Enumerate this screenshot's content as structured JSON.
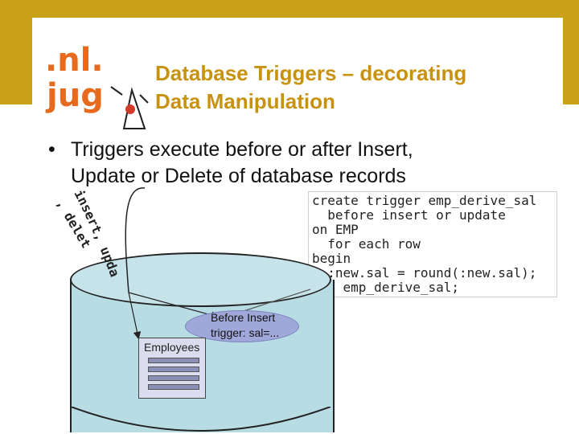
{
  "slide": {
    "title": "Database Triggers – decorating\nData Manipulation",
    "bullet": "Triggers execute before or after Insert,\nUpdate or Delete of database records",
    "logo_text": ".nl.jug"
  },
  "code": {
    "lines": [
      "create trigger emp_derive_sal",
      "  before insert or update",
      "on EMP",
      "  for each row",
      "begin",
      "  :new.sal = round(:new.sal);",
      "end emp_derive_sal;"
    ]
  },
  "diagram": {
    "curved_label_1": "insert, update",
    "curved_label_2": ", delete",
    "table_label": "Employees",
    "trigger_label": "Before Insert\ntrigger: sal=..."
  },
  "colors": {
    "band": "#c9a21a",
    "title": "#c8920f",
    "cylinder": "#b8dce4",
    "oval": "#9fa8d8"
  }
}
